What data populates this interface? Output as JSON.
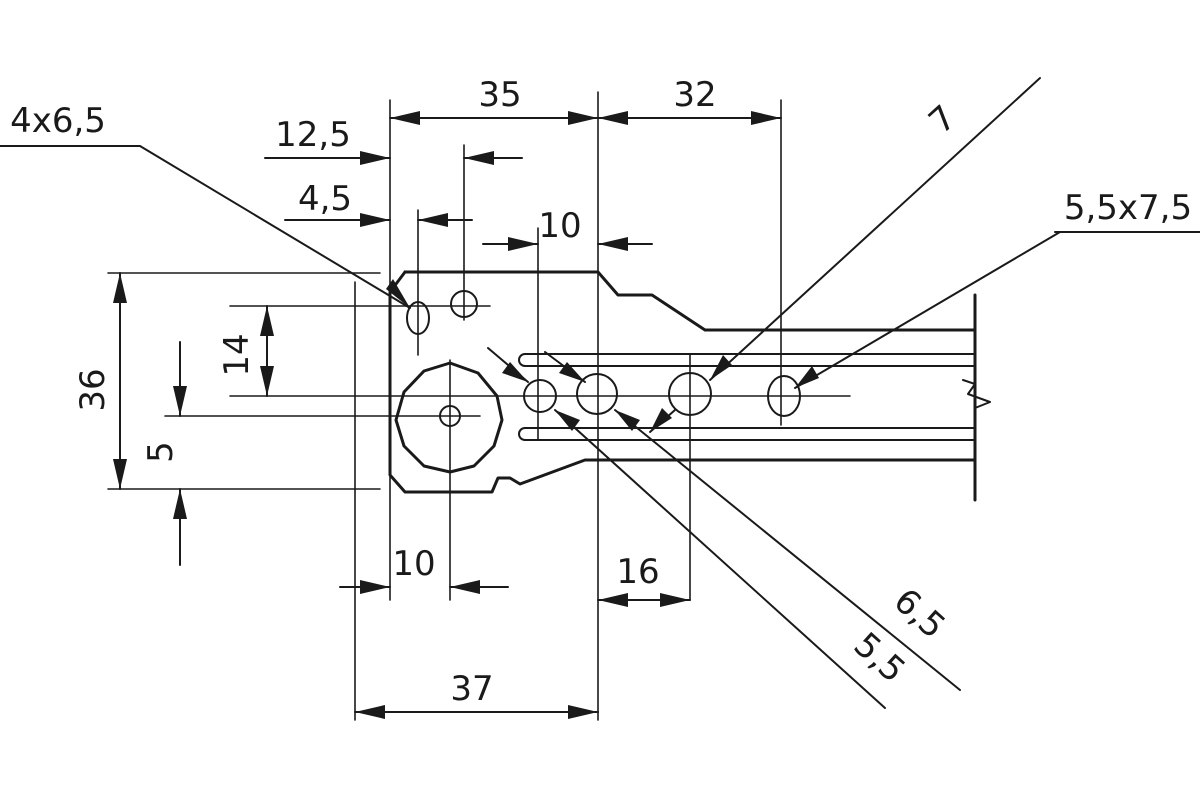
{
  "dimensions": {
    "dim_35": "35",
    "dim_32": "32",
    "dim_12_5": "12,5",
    "dim_4_5": "4,5",
    "dim_10_top": "10",
    "dim_36": "36",
    "dim_14": "14",
    "dim_5": "5",
    "dim_10_bottom": "10",
    "dim_16": "16",
    "dim_37": "37"
  },
  "hole_callouts": {
    "slot_4x6_5": "4x6,5",
    "hole_7": "7",
    "slot_5_5x7_5": "5,5x7,5",
    "hole_6_5": "6,5",
    "hole_5_5": "5,5"
  }
}
